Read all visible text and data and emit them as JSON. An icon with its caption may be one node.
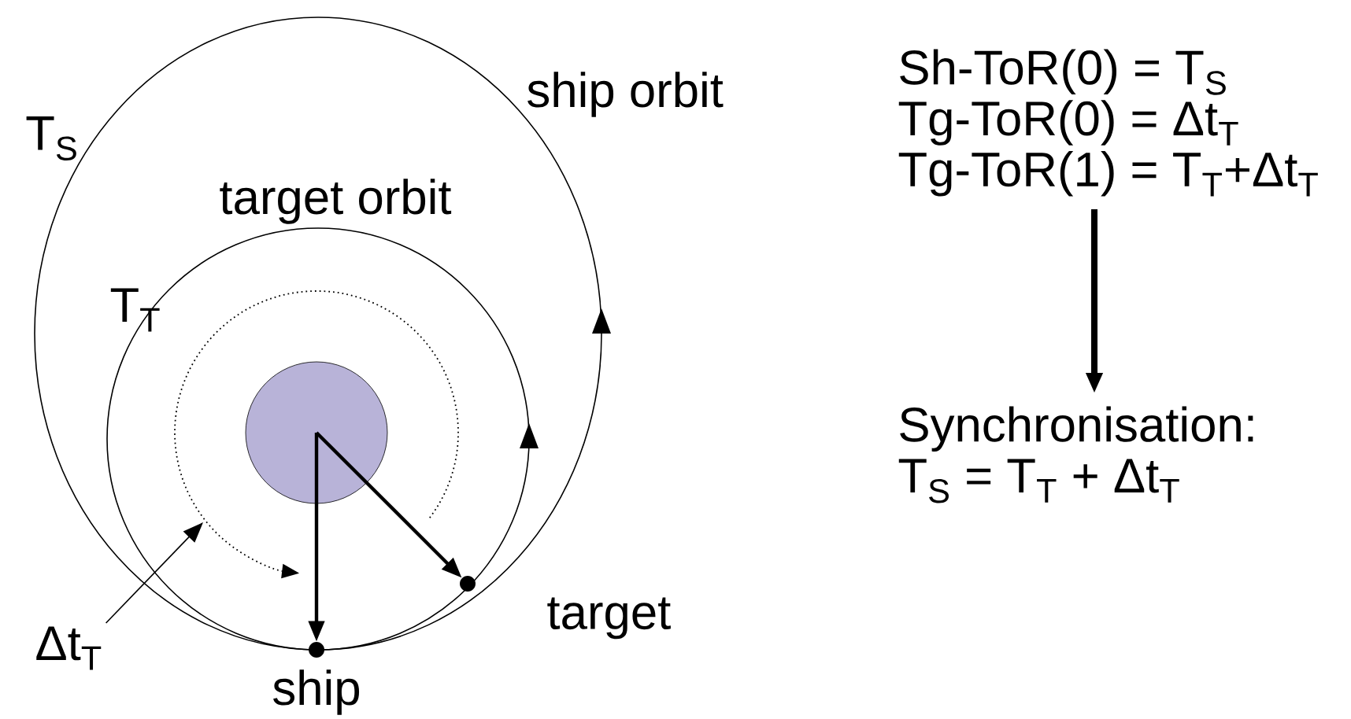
{
  "diagram": {
    "nodes": [
      {
        "text": [],
        "shape": "circle"
      },
      {
        "text": [],
        "shape": "circle",
        "beside": [
          "ship"
        ]
      },
      {
        "text": [],
        "shape": "circle",
        "beside": [
          "target"
        ]
      },
      {
        "text": [
          "Sh-ToR(0) = T$_{S}$",
          "Tg-ToR(0) = Δt$_{T}$",
          "Tg-ToR(1) = T$_{T}$+Δt$_{T}$"
        ]
      },
      {
        "text": [
          "Synchronisation:",
          "T$_{S}$ = T$_{T}$ + Δt$_{T}$"
        ]
      },
      {
        "text": [
          "Δt$_{T}$"
        ]
      }
    ],
    "edges": [
      {
        "from": 0,
        "to": 1,
        "arrow": "to"
      },
      {
        "from": 0,
        "to": 2,
        "arrow": "to"
      },
      {
        "from": 3,
        "to": 4,
        "arrow": "to",
        "style": "thick"
      },
      {
        "from": 5,
        "to": null,
        "arrow": "to"
      }
    ],
    "labels": [
      "ship orbit",
      "T$_{S}$",
      "target orbit",
      "T$_{T}$"
    ]
  }
}
